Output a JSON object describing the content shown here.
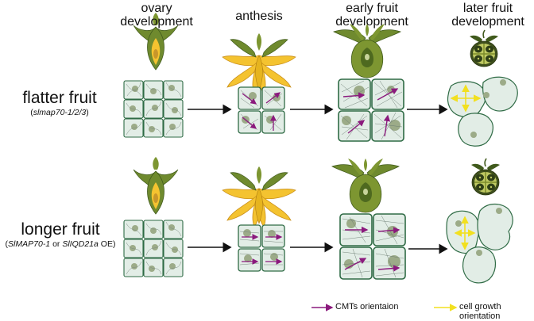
{
  "stages": [
    "ovary development",
    "anthesis",
    "early fruit development",
    "later fruit development"
  ],
  "rows": [
    {
      "label": "flatter fruit",
      "sub_prefix": "(",
      "sub_genotype": "slmap70-1/2/3",
      "sub_suffix": ")"
    },
    {
      "label": "longer fruit",
      "sub_prefix": "(",
      "sub_genotype": "SlMAP70-1",
      "sub_middle": " or ",
      "sub_genotype2": "SlIQD21a",
      "sub_suffix": " OE)"
    }
  ],
  "legend": {
    "cmt": "CMTs orientaion",
    "growth": "cell growth orientation"
  },
  "colors": {
    "cell_fill": "#e2ede6",
    "cell_stroke": "#2f6b45",
    "nucleus": "#9cab88",
    "cmt_arrow": "#8b1a7d",
    "growth_arrow": "#f2e020",
    "flower_yellow": "#f4c330",
    "flower_green": "#6f8a2e",
    "fruit_green": "#7d9631",
    "flow_arrow": "#111111"
  }
}
